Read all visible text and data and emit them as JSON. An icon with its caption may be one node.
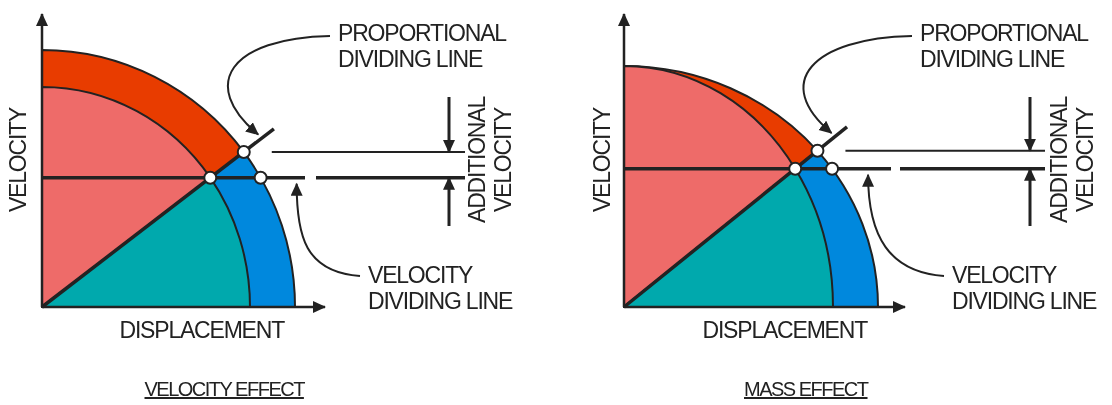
{
  "diagram": {
    "nodes": [
      {
        "text": [
          "PROPORTIONAL DIVIDING LINE"
        ]
      },
      {
        "text": [
          "VELOCITY DIVIDING LINE"
        ]
      },
      {
        "text": [
          "PROPORTIONAL DIVIDING LINE"
        ]
      },
      {
        "text": [
          "VELOCITY DIVIDING LINE"
        ]
      }
    ],
    "edges": [
      {
        "from": 0,
        "to": null,
        "arrow": "to"
      },
      {
        "from": 1,
        "to": null,
        "arrow": "to"
      },
      {
        "from": 2,
        "to": null,
        "arrow": "to"
      },
      {
        "from": 3,
        "to": null,
        "arrow": "to"
      }
    ],
    "labels": [
      "VELOCITY",
      "DISPLACEMENT",
      "ADDITIONAL VELOCITY",
      "VELOCITY EFFECT",
      "VELOCITY",
      "DISPLACEMENT",
      "ADDITIONAL VELOCITY",
      "MASS EFFECT"
    ]
  }
}
